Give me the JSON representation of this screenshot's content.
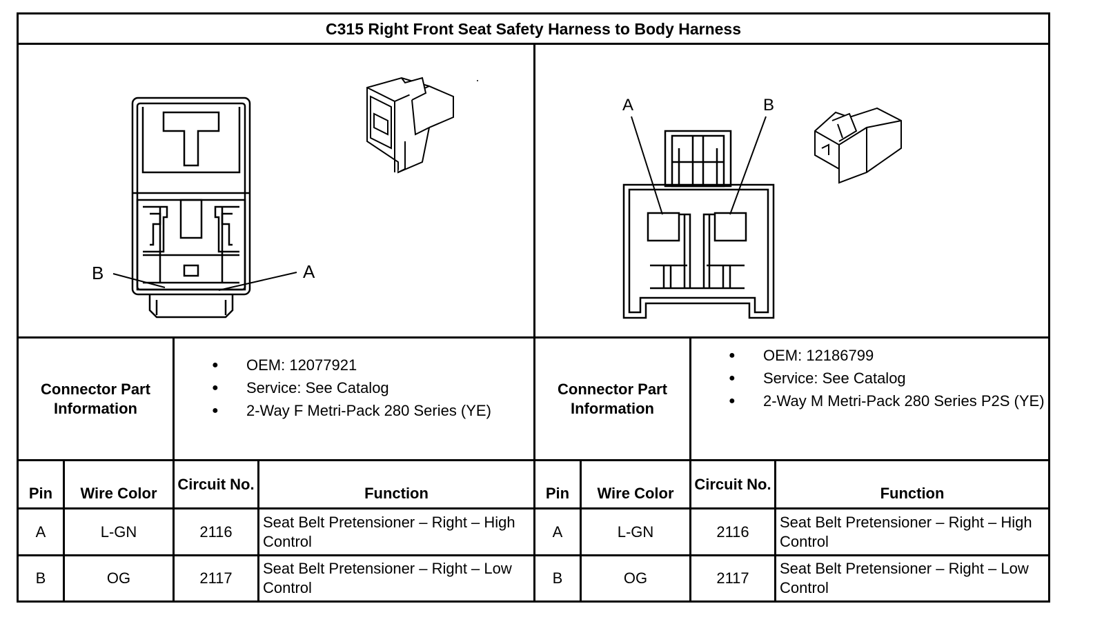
{
  "title": "C315 Right Front Seat Safety Harness to Body Harness",
  "connectors": [
    {
      "pin_labels": [
        "B",
        "A"
      ],
      "info_label": "Connector Part Information",
      "info_items": [
        "OEM: 12077921",
        "Service: See Catalog",
        "2-Way F Metri-Pack 280 Series (YE)"
      ],
      "headers": {
        "pin": "Pin",
        "wire_color": "Wire Color",
        "circuit": "Circuit No.",
        "function": "Function"
      },
      "rows": [
        {
          "pin": "A",
          "wire_color": "L-GN",
          "circuit": "2116",
          "function": "Seat Belt Pretensioner – Right – High Control"
        },
        {
          "pin": "B",
          "wire_color": "OG",
          "circuit": "2117",
          "function": "Seat Belt Pretensioner – Right – Low Control"
        }
      ]
    },
    {
      "pin_labels": [
        "A",
        "B"
      ],
      "info_label": "Connector Part Information",
      "info_items": [
        "OEM: 12186799",
        "Service: See Catalog",
        "2-Way M Metri-Pack 280 Series P2S (YE)"
      ],
      "headers": {
        "pin": "Pin",
        "wire_color": "Wire Color",
        "circuit": "Circuit No.",
        "function": "Function"
      },
      "rows": [
        {
          "pin": "A",
          "wire_color": "L-GN",
          "circuit": "2116",
          "function": "Seat Belt Pretensioner – Right – High Control"
        },
        {
          "pin": "B",
          "wire_color": "OG",
          "circuit": "2117",
          "function": "Seat Belt Pretensioner – Right – Low Control"
        }
      ]
    }
  ]
}
